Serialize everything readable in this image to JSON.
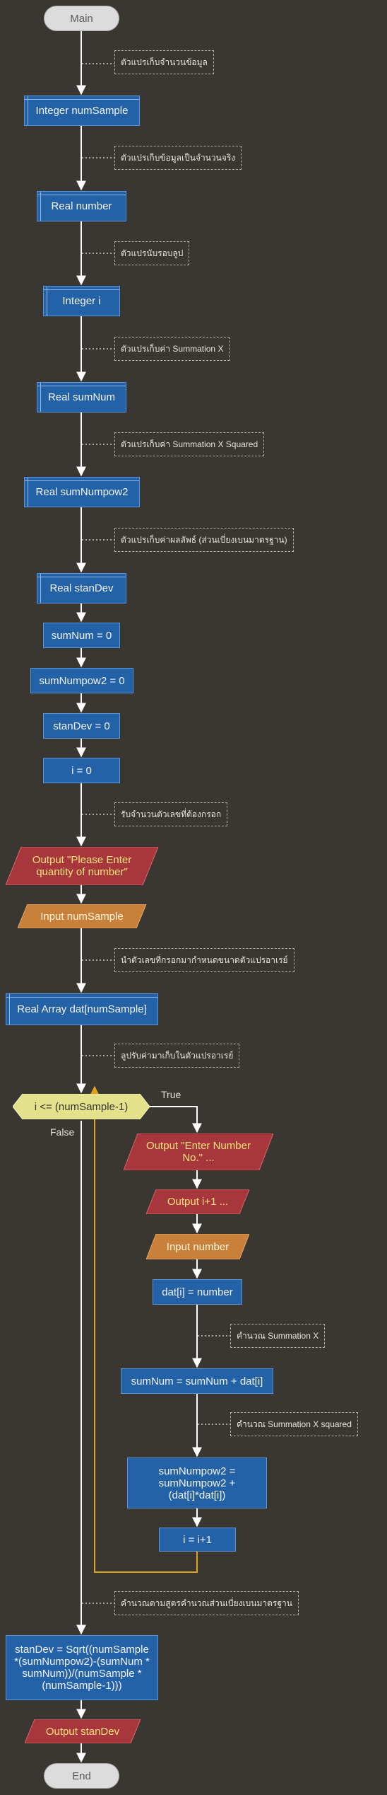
{
  "nodes": {
    "main": "Main",
    "decl_numSample": "Integer numSample",
    "decl_number": "Real number",
    "decl_i": "Integer i",
    "decl_sumNum": "Real sumNum",
    "decl_sumNumpow2": "Real sumNumpow2",
    "decl_stanDev": "Real stanDev",
    "assign_sumNum": "sumNum = 0",
    "assign_sumNumpow2": "sumNumpow2 = 0",
    "assign_stanDev": "stanDev = 0",
    "assign_i": "i = 0",
    "output_prompt": "Output \"Please Enter quantity of number\"",
    "input_numSample": "Input numSample",
    "decl_dat": "Real Array dat[numSample]",
    "loop_condition": "i <= (numSample-1)",
    "output_enter": "Output \"Enter Number No.\" ...",
    "output_i": "Output i+1 ...",
    "input_number": "Input number",
    "assign_dat": "dat[i] = number",
    "assign_sum": "sumNum = sumNum + dat[i]",
    "assign_sumpow": "sumNumpow2 = sumNumpow2 + (dat[i]*dat[i])",
    "increment_i": "i = i+1",
    "assign_stdev": "stanDev = Sqrt((numSample *(sumNumpow2)-(sumNum * sumNum))/(numSample *(numSample-1)))",
    "output_stanDev": "Output stanDev",
    "end": "End"
  },
  "labels": {
    "true": "True",
    "false": "False"
  },
  "comments": {
    "c1": "ตัวแปรเก็บจำนวนข้อมูล",
    "c2": "ตัวแปรเก็บข้อมูลเป็นจำนวนจริง",
    "c3": "ตัวแปรนับรอบลูป",
    "c4": "ตัวแปรเก็บค่า Summation X",
    "c5": "ตัวแปรเก็บค่า Summation X Squared",
    "c6": "ตัวแปรเก็บค่าผลลัพธ์ (ส่วนเบี่ยงเบนมาตรฐาน)",
    "c7": "รับจำนวนตัวเลขที่ต้องกรอก",
    "c8": "นำตัวเลขที่กรอกมากำหนดขนาดตัวแปรอาเรย์",
    "c9": "ลูปรับค่ามาเก็บในตัวแปรอาเรย์",
    "c10": "คำนวณ Summation X",
    "c11": "คำนวณ Summation X squared",
    "c12": "คำนวณตามสูตรคำนวณส่วนเบี่ยงเบนมาตรฐาน"
  },
  "colors": {
    "background": "#3a3631",
    "process": "#2462a8",
    "output": "#a8373d",
    "input": "#c8803a",
    "decision": "#e3e189",
    "loop_line": "#e2a41a",
    "terminal": "#dcdcdc"
  }
}
